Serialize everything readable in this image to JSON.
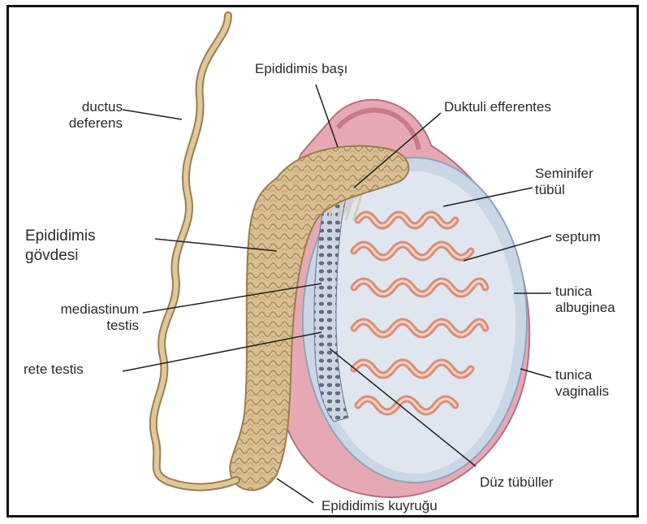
{
  "labels": {
    "ductus_deferens": [
      "ductus",
      "deferens"
    ],
    "epididimis_basi": "Epididimis başı",
    "duktuli_efferentes": "Duktuli efferentes",
    "seminifer_tubul": [
      "Seminifer",
      "tübül"
    ],
    "epididimis_govdesi": [
      "Epididimis",
      "gövdesi"
    ],
    "septum": "septum",
    "mediastinum_testis": [
      "mediastinum",
      "testis"
    ],
    "tunica_albuginea": [
      "tunica",
      "albuginea"
    ],
    "rete_testis": "rete testis",
    "tunica_vaginalis": [
      "tunica",
      "vaginalis"
    ],
    "duz_tubuller": "Düz tübüller",
    "epididimis_kuyrugu": "Epididimis kuyruğu"
  },
  "colors": {
    "frame": "#111111",
    "tunica_vaginalis": "#e6a9b4",
    "tunica_albuginea": "#c9d6e6",
    "testis_interior": "#dfe6f0",
    "epididymis": "#d9bf92",
    "ductus": "#d6bc8c",
    "tubule": "#e3a58f",
    "rete": "#5f6b84",
    "leader": "#222222"
  }
}
